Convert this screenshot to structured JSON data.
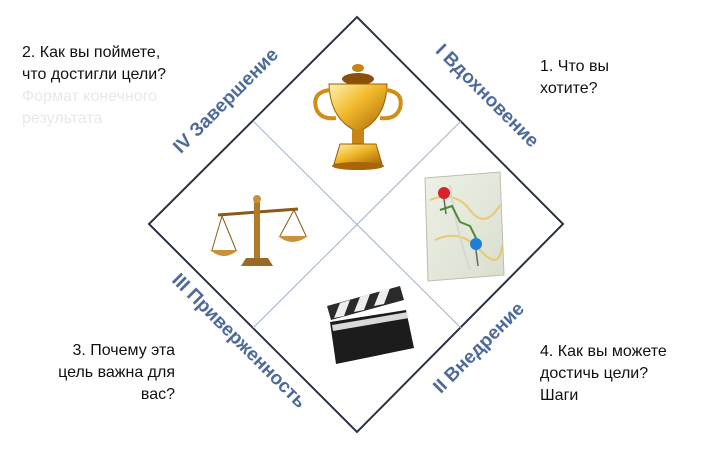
{
  "quadrants": {
    "inspiration": "I Вдохновение",
    "implementation": "II Внедрение",
    "commitment": "III Приверженность",
    "completion": "IV Завершение"
  },
  "questions": {
    "top_left": {
      "line1": "2. Как вы поймете,",
      "line2": "что достигли цели?",
      "faint1": "Формат конечного",
      "faint2": "результата"
    },
    "top_right": {
      "line1": "1. Что вы",
      "line2": "хотите?"
    },
    "bottom_left": {
      "line1": "3. Почему эта",
      "line2": "цель важна для",
      "line3": "вас?"
    },
    "bottom_right": {
      "line1": "4. Как вы можете",
      "line2": "достичь цели?",
      "line3": "Шаги"
    }
  },
  "colors": {
    "outline": "#2a3344",
    "divider": "#9db3cc",
    "label": "#4e6a9b",
    "gold": "#e2a21a",
    "clapper": "#1c1c1c"
  },
  "icons": [
    "trophy-icon",
    "map-icon",
    "scales-icon",
    "clapperboard-icon"
  ]
}
